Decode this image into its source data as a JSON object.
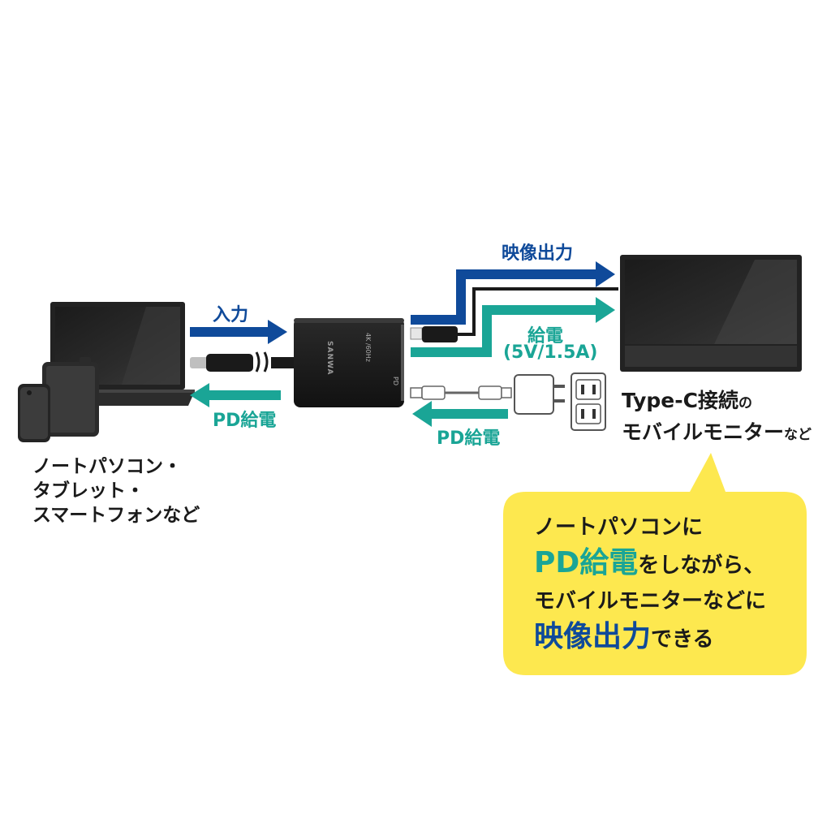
{
  "labels": {
    "input": "入力",
    "pd_charge_left": "PD給電",
    "video_out": "映像出力",
    "power": "給電",
    "power_spec": "(5V/1.5A)",
    "pd_charge_right": "PD給電"
  },
  "device_marks": {
    "brand": "SANWA",
    "port_top": "4K /60Hz",
    "port_bottom": "PD"
  },
  "left_caption": [
    "ノートパソコン・",
    "タブレット・",
    "スマートフォンなど"
  ],
  "right_caption": {
    "line1_main": "Type-C接続",
    "line1_small": "の",
    "line2_main": "モバイルモニター",
    "line2_small": "など"
  },
  "bubble": {
    "line1": "ノートパソコンに",
    "line2_highlight": "PD給電",
    "line2_rest": "をしながら、",
    "line3": "モバイルモニターなどに",
    "line4_highlight": "映像出力",
    "line4_rest": "できる"
  },
  "colors": {
    "blue": "#0f4a9a",
    "teal": "#1aa596",
    "bubble": "#fde84f",
    "device": "#1f1f1f"
  }
}
